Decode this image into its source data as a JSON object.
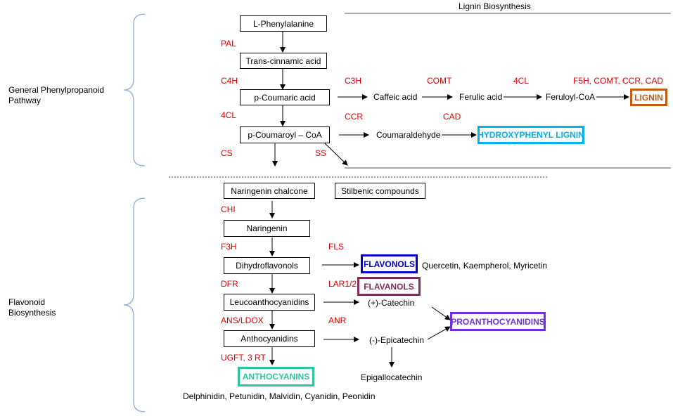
{
  "header": {
    "title": "Lignin Biosynthesis"
  },
  "sections": {
    "general_line1": "General Phenylpropanoid",
    "general_line2": "Pathway",
    "flavonoid_line1": "Flavonoid",
    "flavonoid_line2": "Biosynthesis"
  },
  "compounds": {
    "l_phenylalanine": "L-Phenylalanine",
    "trans_cinnamic": "Trans-cinnamic acid",
    "p_coumaric": "p-Coumaric acid",
    "p_coumaroyl_coa": "p-Coumaroyl – CoA",
    "caffeic": "Caffeic acid",
    "ferulic": "Ferulic acid",
    "feruloyl_coa": "Feruloyl-CoA",
    "coumaraldehyde": "Coumaraldehyde",
    "naringenin_chalcone": "Naringenin chalcone",
    "stilbenic": "Stilbenic compounds",
    "naringenin": "Naringenin",
    "dihydroflavonols": "Dihydroflavonols",
    "leucoanthocyanidins": "Leucoanthocyanidins",
    "anthocyanidins": "Anthocyanidins",
    "catechin": "(+)-Catechin",
    "epicatechin": "(-)-Epicatechin",
    "epigallocatechin": "Epigallocatechin",
    "flavonols_list": "Quercetin, Kaempherol, Myricetin",
    "anthocyanins_list": "Delphinidin, Petunidin, Malvidin, Cyanidin, Peonidin"
  },
  "products": {
    "lignin": "LIGNIN",
    "hydroxyphenyl_lignin": "HYDROXYPHENYL LIGNIN",
    "flavonols": "FLAVONOLS",
    "flavanols": "FLAVANOLS",
    "proanthocyanidins": "PROANTHOCYANIDINS",
    "anthocyanins": "ANTHOCYANINS"
  },
  "enzymes": {
    "pal": "PAL",
    "c4h": "C4H",
    "c3h": "C3H",
    "comt": "COMT",
    "fourcl_top": "4CL",
    "f5h_etc": "F5H, COMT, CCR, CAD",
    "fourcl_left": "4CL",
    "ccr": "CCR",
    "cad": "CAD",
    "cs": "CS",
    "ss": "SS",
    "chi": "CHI",
    "f3h": "F3H",
    "fls": "FLS",
    "dfr": "DFR",
    "lar": "LAR1/2",
    "ans": "ANS/LDOX",
    "anr": "ANR",
    "ugft": "UGFT, 3 RT"
  },
  "colors": {
    "enzyme": "#e00000",
    "lignin": "#c55a11",
    "hydroxyphenyl": "#00b0f0",
    "flavonols": "#0000cc",
    "flavanols": "#7f2d5a",
    "proanthocyanidins": "#7030e0",
    "anthocyanins": "#2ec4a0",
    "brace": "#8faadc"
  }
}
